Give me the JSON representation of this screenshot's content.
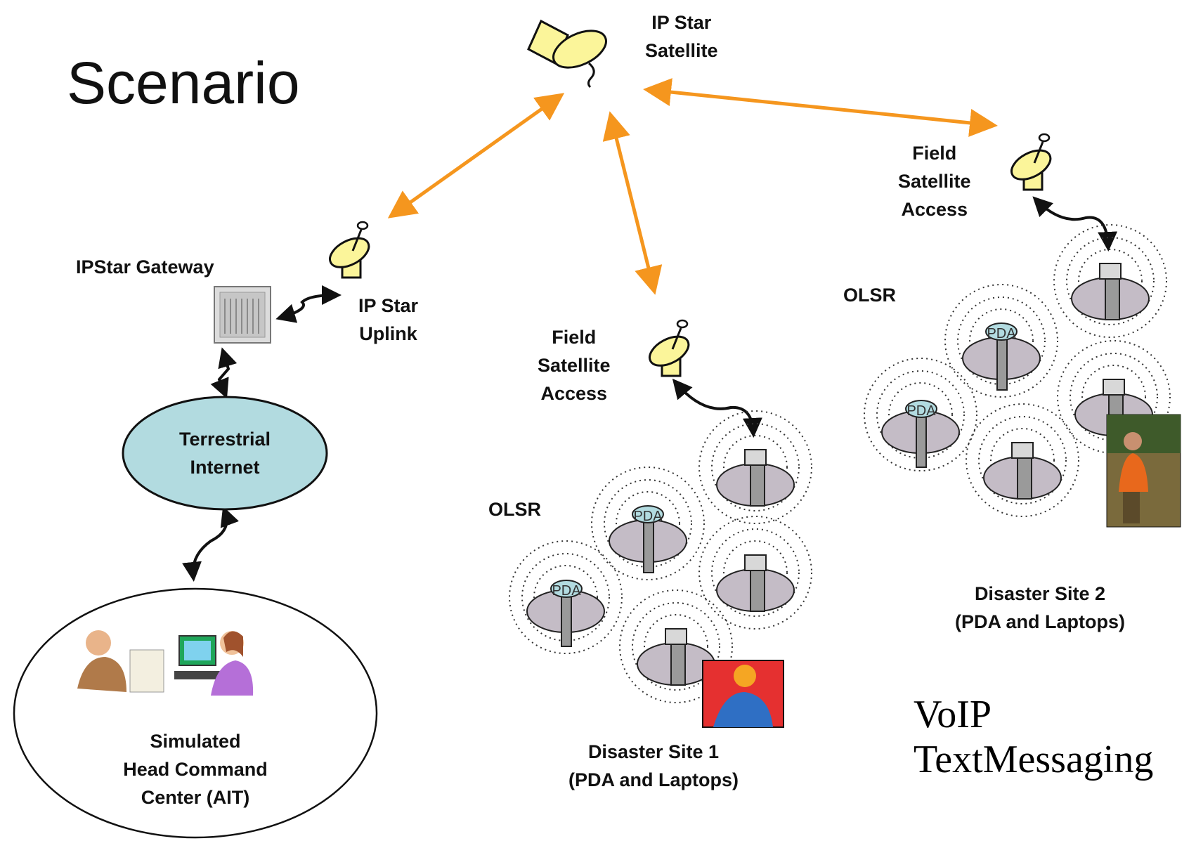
{
  "title": "Scenario",
  "labels": {
    "satellite": [
      "IP Star",
      "Satellite"
    ],
    "gateway": "IPStar Gateway",
    "uplink": [
      "IP Star",
      "Uplink"
    ],
    "internet": [
      "Terrestrial",
      "Internet"
    ],
    "command_center": [
      "Simulated",
      "Head Command",
      "Center (AIT)"
    ],
    "field_access_1": [
      "Field",
      "Satellite",
      "Access"
    ],
    "field_access_2": [
      "Field",
      "Satellite",
      "Access"
    ],
    "olsr_1": "OLSR",
    "olsr_2": "OLSR",
    "site_1": [
      "Disaster Site 1",
      "(PDA and Laptops)"
    ],
    "site_2": [
      "Disaster Site 2",
      "(PDA and Laptops)"
    ],
    "pda": "PDA"
  },
  "services": [
    "VoIP",
    "TextMessaging"
  ],
  "colors": {
    "satellite_link": "#f5961e",
    "internet_fill": "#b2dbe0",
    "dish_fill": "#fbf59a",
    "node_fill": "#c4bcc6"
  }
}
